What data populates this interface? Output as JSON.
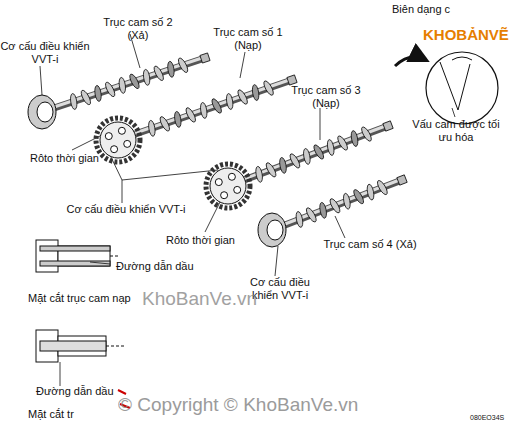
{
  "diagram": {
    "labels": [
      "Trục cam số 2 (Xả)",
      "Trục cam số 1 (Nạp)",
      "Biên dạng c",
      "KHOBẢNVẼ",
      "Cơ cấu điều khiển VVT-i",
      "Trục cam số 3 (Nạp)",
      "Vấu cam được tối ưu hóa",
      "Rôto thời gian",
      "Cơ cấu điều khiển VVT-i",
      "Rôto thời gian",
      "Trục cam số 4 (Xả)",
      "Đường dẫn dầu",
      "Cơ cấu điều khiển VVT-i",
      "Mặt cắt trục cam nạp",
      "KhoBanVe.vn",
      "Đường dẫn dầu",
      "© Copyright © KhoBanVe.vn",
      "Mặt cắt tr",
      "080EO34S"
    ]
  }
}
